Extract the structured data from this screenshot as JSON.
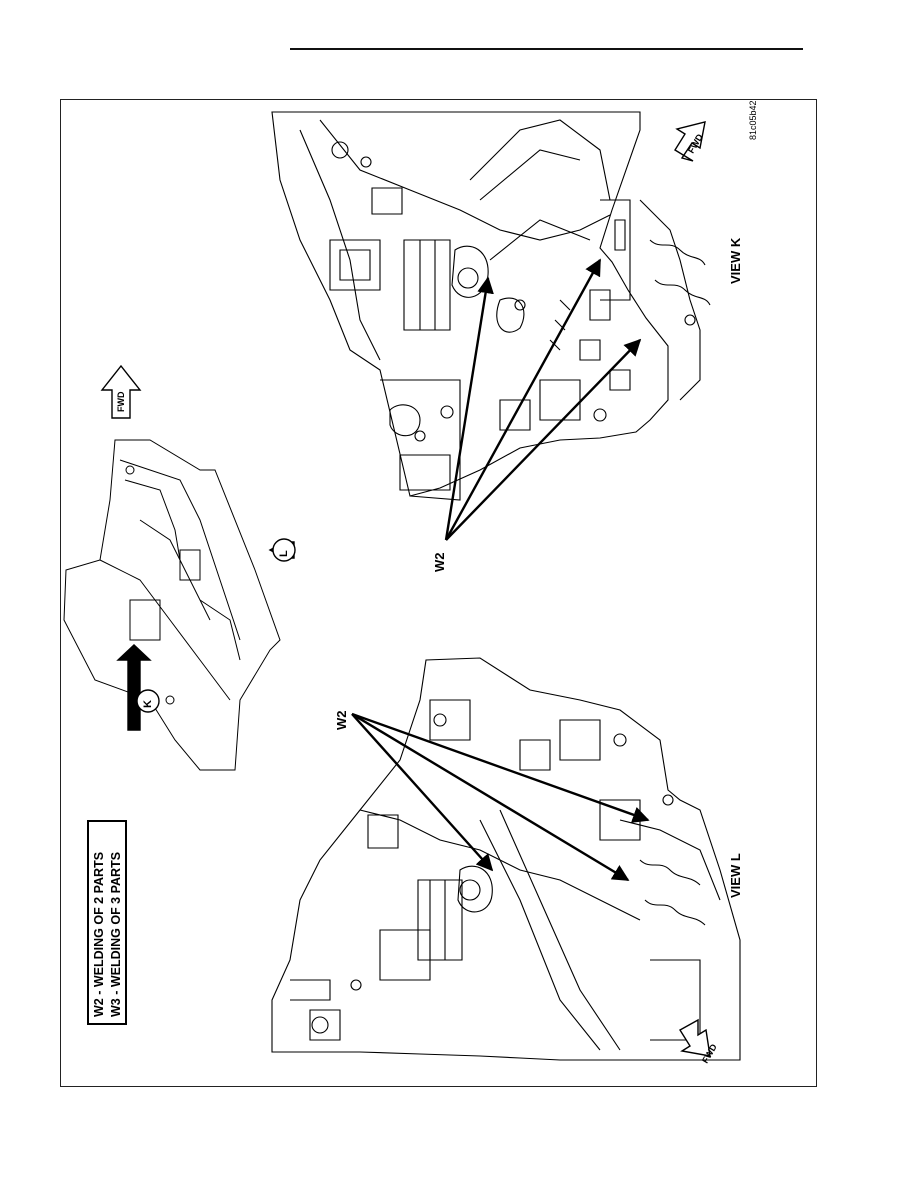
{
  "legend": {
    "line1": "W2 - WELDING OF 2 PARTS",
    "line2": "W3 - WELDING OF 3 PARTS"
  },
  "views": {
    "view_k_label": "VIEW K",
    "view_l_label": "VIEW L"
  },
  "callouts": {
    "w2_upper": "W2",
    "w2_lower": "W2"
  },
  "direction": {
    "fwd_label": "FWD"
  },
  "markers": {
    "k": "K",
    "l": "L"
  },
  "figure_ref": "81c05b42"
}
